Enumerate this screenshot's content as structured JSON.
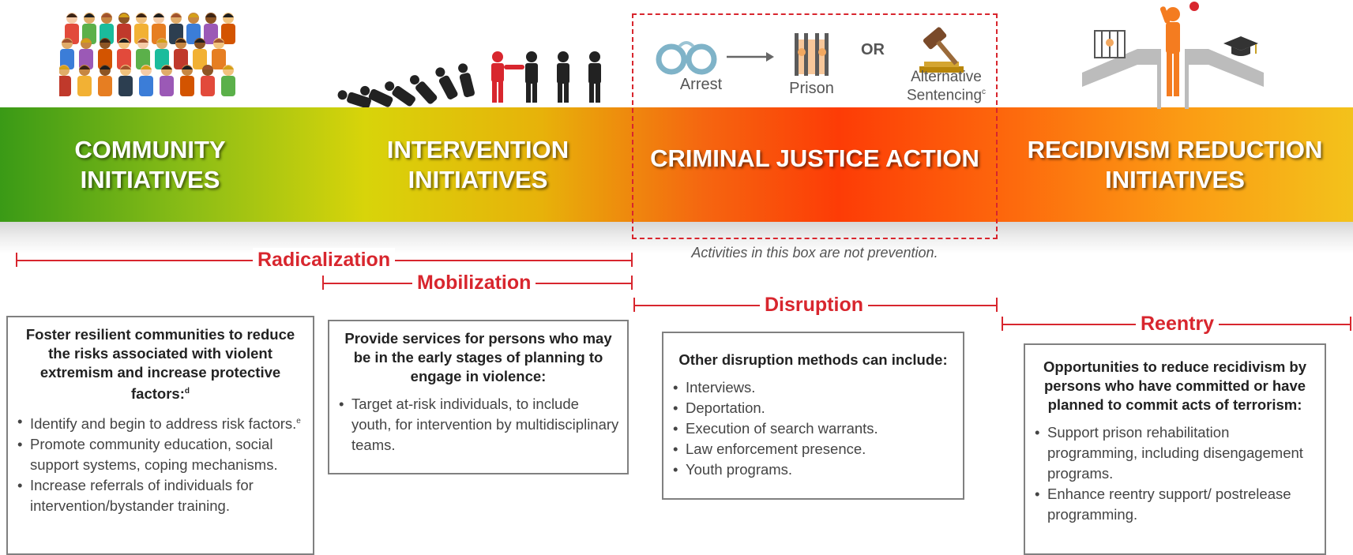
{
  "stages": [
    {
      "title": "COMMUNITY\nINITIATIVES"
    },
    {
      "title": "INTERVENTION\nINITIATIVES"
    },
    {
      "title": "CRIMINAL JUSTICE ACTION"
    },
    {
      "title": "RECIDIVISM REDUCTION\nINITIATIVES"
    }
  ],
  "criminal_justice": {
    "arrest_label": "Arrest",
    "prison_label": "Prison",
    "or_label": "OR",
    "alt_line1": "Alternative",
    "alt_line2": "Sentencing",
    "alt_sup": "c",
    "box_note": "Activities in this box are not prevention."
  },
  "phases": {
    "radicalization": "Radicalization",
    "mobilization": "Mobilization",
    "disruption": "Disruption",
    "reentry": "Reentry"
  },
  "boxes": {
    "community": {
      "heading": "Foster resilient communities to reduce the risks associated with violent extremism and increase protective factors:",
      "heading_sup": "d",
      "items": [
        {
          "text": "Identify and begin to address risk factors.",
          "sup": "e"
        },
        {
          "text": "Promote community education, social support systems, coping mechanisms.",
          "sup": ""
        },
        {
          "text": "Increase referrals of individuals for intervention/bystander training.",
          "sup": ""
        }
      ]
    },
    "intervention": {
      "heading": "Provide services for persons who may be in the early stages of planning to engage in violence:",
      "items": [
        "Target at-risk individuals, to include youth, for intervention by multidisciplinary teams."
      ]
    },
    "disruption": {
      "heading": "Other disruption methods can include:",
      "items": [
        "Interviews.",
        "Deportation.",
        "Execution of search warrants.",
        "Law enforcement presence.",
        "Youth programs."
      ]
    },
    "reentry": {
      "heading": "Opportunities to reduce recidivism by persons who have committed or have planned to commit acts of terrorism:",
      "items": [
        "Support prison rehabilitation programming, including disengagement programs.",
        "Enhance reentry support/ postrelease programming."
      ]
    }
  },
  "colors": {
    "accent_red": "#d8262e",
    "gradient": [
      "#3a9a16",
      "#d8d40a",
      "#fd3c06",
      "#f3c21b"
    ]
  },
  "icons": [
    "crowd-illustration",
    "falling-dominoes-figures",
    "handcuffs-icon",
    "prison-bars-icon",
    "gavel-icon",
    "crossroads-figure",
    "jail-window-icon",
    "graduation-cap-icon"
  ]
}
